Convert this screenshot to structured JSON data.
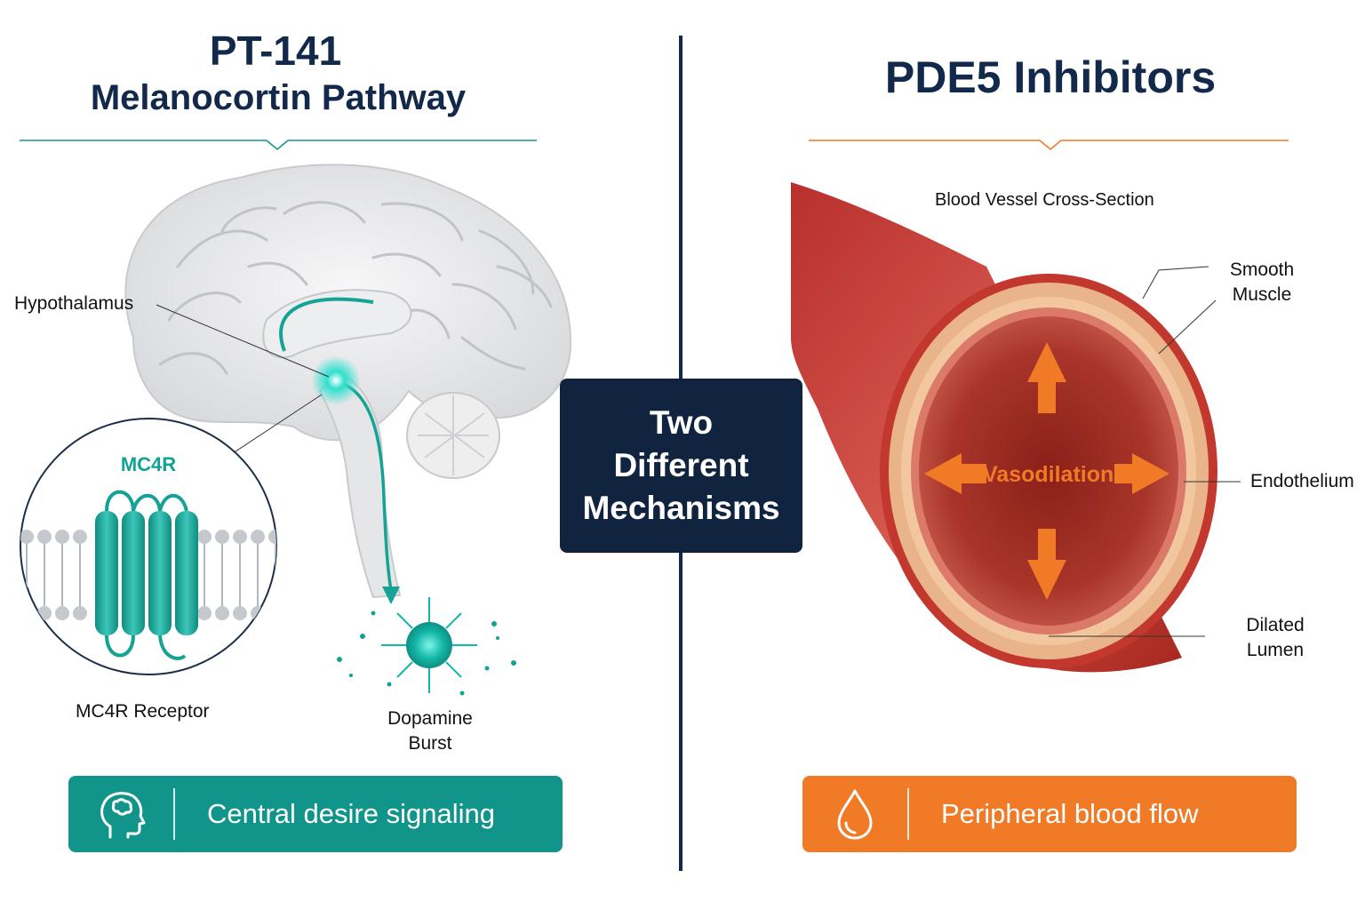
{
  "left": {
    "title_line1": "PT-141",
    "title_line2": "Melanocortin Pathway",
    "labels": {
      "hypothalamus": "Hypothalamus",
      "mc4r": "MC4R",
      "mc4r_receptor": "MC4R Receptor",
      "dopamine_line1": "Dopamine",
      "dopamine_line2": "Burst"
    },
    "pill_label": "Central desire signaling",
    "accent_color": "#11958a",
    "icon": "brain-head-icon"
  },
  "center": {
    "line1": "Two",
    "line2": "Different",
    "line3": "Mechanisms"
  },
  "right": {
    "title": "PDE5 Inhibitors",
    "labels": {
      "cross_section": "Blood Vessel Cross-Section",
      "smooth_line1": "Smooth",
      "smooth_line2": "Muscle",
      "vasodilation": "Vasodilation",
      "endothelium": "Endothelium",
      "lumen_line1": "Dilated",
      "lumen_line2": "Lumen"
    },
    "pill_label": "Peripheral blood flow",
    "accent_color": "#f07a26",
    "icon": "blood-drop-icon"
  }
}
